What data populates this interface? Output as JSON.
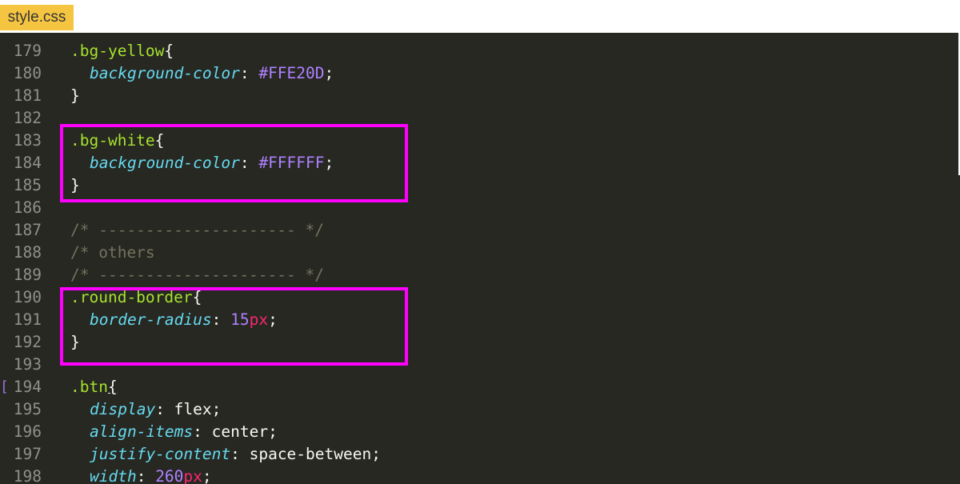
{
  "tab": {
    "label": "style.css"
  },
  "colors": {
    "highlight": "#ff00ff",
    "tab_bg": "#f5c542",
    "editor_bg": "#272822"
  },
  "lines": [
    {
      "num": "179",
      "parts": [
        {
          "t": ".bg-yellow",
          "c": "sel"
        },
        {
          "t": "{",
          "c": "plain"
        }
      ]
    },
    {
      "num": "180",
      "parts": [
        {
          "t": "background-color",
          "c": "prop"
        },
        {
          "t": ": ",
          "c": "plain"
        },
        {
          "t": "#FFE20D",
          "c": "num"
        },
        {
          "t": ";",
          "c": "plain"
        }
      ]
    },
    {
      "num": "181",
      "parts": [
        {
          "t": "}",
          "c": "plain"
        }
      ]
    },
    {
      "num": "182",
      "parts": []
    },
    {
      "num": "183",
      "parts": [
        {
          "t": ".bg-white",
          "c": "sel"
        },
        {
          "t": "{",
          "c": "plain"
        }
      ]
    },
    {
      "num": "184",
      "parts": [
        {
          "t": "background-color",
          "c": "prop"
        },
        {
          "t": ": ",
          "c": "plain"
        },
        {
          "t": "#FFFFFF",
          "c": "num"
        },
        {
          "t": ";",
          "c": "plain"
        }
      ]
    },
    {
      "num": "185",
      "parts": [
        {
          "t": "}",
          "c": "plain"
        }
      ]
    },
    {
      "num": "186",
      "parts": []
    },
    {
      "num": "187",
      "parts": [
        {
          "t": "/* --------------------- */",
          "c": "cmt"
        }
      ]
    },
    {
      "num": "188",
      "parts": [
        {
          "t": "/* others",
          "c": "cmt"
        }
      ]
    },
    {
      "num": "189",
      "parts": [
        {
          "t": "/* --------------------- */",
          "c": "cmt"
        }
      ]
    },
    {
      "num": "190",
      "parts": [
        {
          "t": ".round-border",
          "c": "sel"
        },
        {
          "t": "{",
          "c": "plain"
        }
      ]
    },
    {
      "num": "191",
      "parts": [
        {
          "t": "border-radius",
          "c": "prop"
        },
        {
          "t": ": ",
          "c": "plain"
        },
        {
          "t": "15",
          "c": "num"
        },
        {
          "t": "px",
          "c": "unit"
        },
        {
          "t": ";",
          "c": "plain"
        }
      ]
    },
    {
      "num": "192",
      "parts": [
        {
          "t": "}",
          "c": "plain"
        }
      ]
    },
    {
      "num": "193",
      "parts": []
    },
    {
      "num": "194",
      "marker": "[",
      "parts": [
        {
          "t": ".btn",
          "c": "sel"
        },
        {
          "t": "{",
          "c": "plain ul"
        }
      ]
    },
    {
      "num": "195",
      "parts": [
        {
          "t": "display",
          "c": "prop"
        },
        {
          "t": ": ",
          "c": "plain"
        },
        {
          "t": "flex",
          "c": "plain"
        },
        {
          "t": ";",
          "c": "plain"
        }
      ]
    },
    {
      "num": "196",
      "parts": [
        {
          "t": "align-items",
          "c": "prop"
        },
        {
          "t": ": ",
          "c": "plain"
        },
        {
          "t": "center",
          "c": "plain"
        },
        {
          "t": ";",
          "c": "plain"
        }
      ]
    },
    {
      "num": "197",
      "parts": [
        {
          "t": "justify-content",
          "c": "prop"
        },
        {
          "t": ": ",
          "c": "plain"
        },
        {
          "t": "space-between",
          "c": "plain"
        },
        {
          "t": ";",
          "c": "plain"
        }
      ]
    },
    {
      "num": "198",
      "parts": [
        {
          "t": "width",
          "c": "prop"
        },
        {
          "t": ": ",
          "c": "plain"
        },
        {
          "t": "260",
          "c": "num"
        },
        {
          "t": "px",
          "c": "unit"
        },
        {
          "t": ";",
          "c": "plain"
        }
      ]
    }
  ]
}
